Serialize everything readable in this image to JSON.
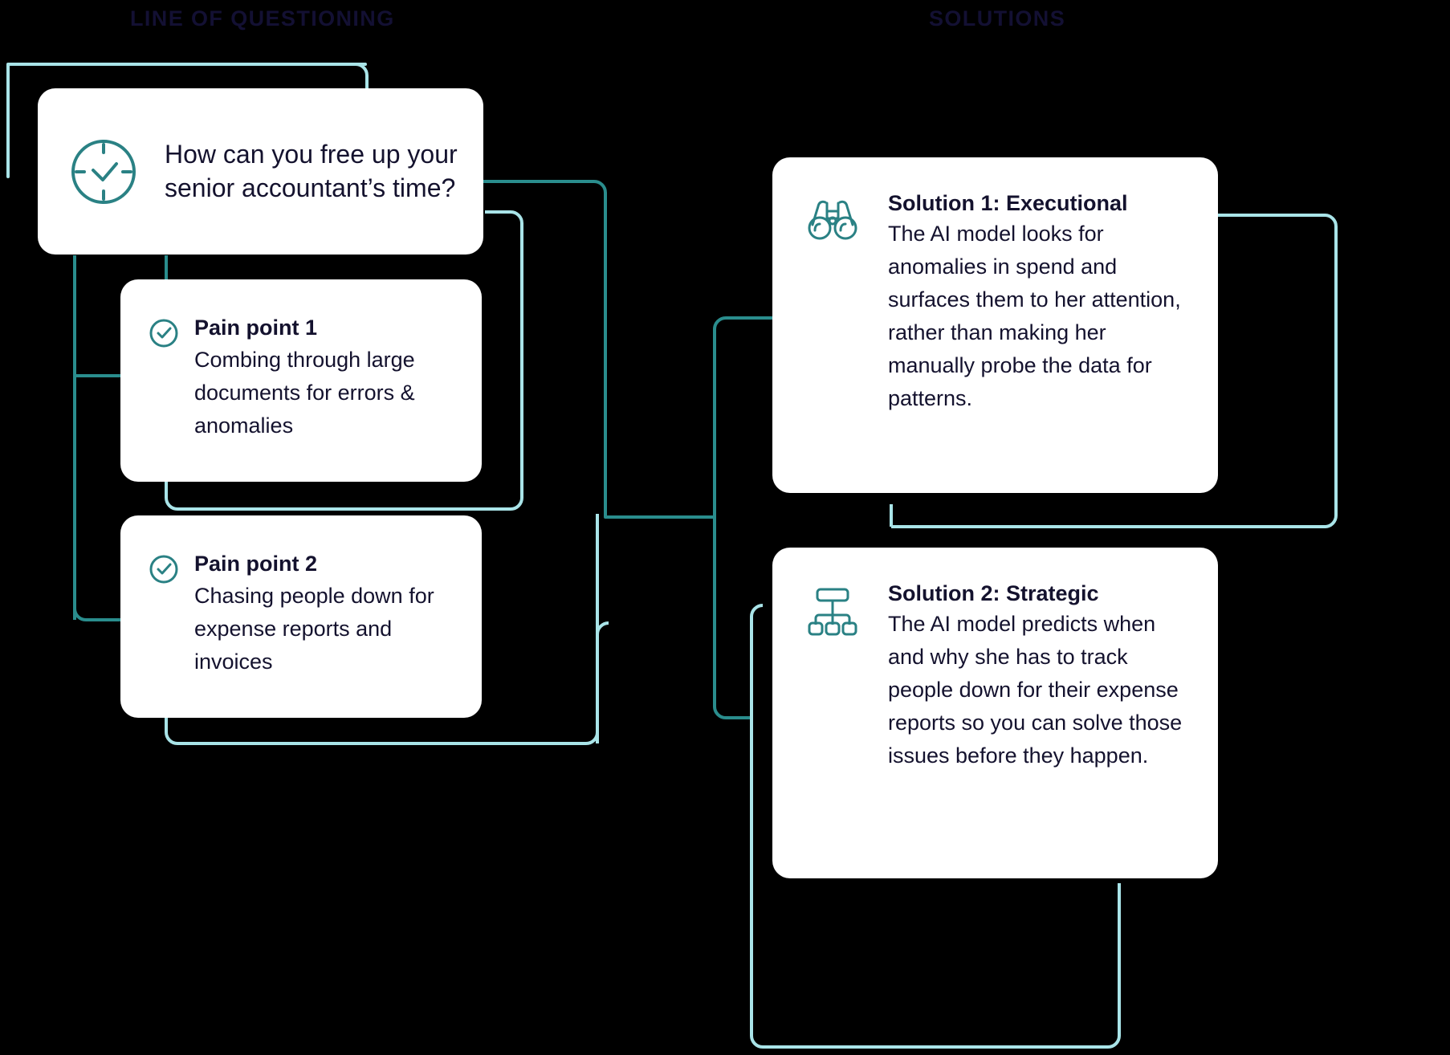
{
  "headings": {
    "left": "LINE OF QUESTIONING",
    "right": "SOLUTIONS"
  },
  "colors": {
    "card_bg": "#ffffff",
    "text": "#14122e",
    "heading": "#131033",
    "accent_teal": "#2a8184",
    "connector_dark": "#2a8d8d",
    "connector_light": "#a9e4e8",
    "background": "#000000"
  },
  "question_card": {
    "icon": "clock-check-icon",
    "text": "How can you free up your senior accountant’s time?"
  },
  "pain_points": [
    {
      "icon": "check-circle-icon",
      "title": "Pain point 1",
      "description": "Combing through large documents for errors & anomalies"
    },
    {
      "icon": "check-circle-icon",
      "title": "Pain point 2",
      "description": "Chasing people down for expense reports and invoices"
    }
  ],
  "solutions": [
    {
      "icon": "binoculars-icon",
      "title": "Solution 1: Executional",
      "description": "The AI model looks for anomalies in spend and surfaces them to her attention, rather than making her manually probe the data for patterns."
    },
    {
      "icon": "org-chart-icon",
      "title": "Solution 2: Strategic",
      "description": "The AI model predicts when and why she has to track people down for their expense reports so you can solve those issues before they happen."
    }
  ]
}
